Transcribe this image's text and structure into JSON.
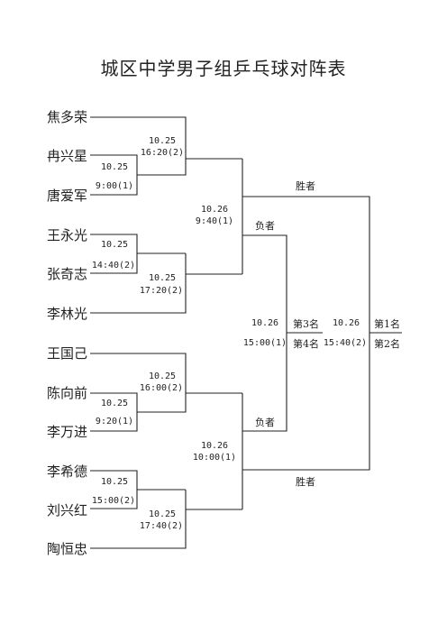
{
  "title": "城区中学男子组乒乓球对阵表",
  "players": [
    "焦多荣",
    "冉兴星",
    "唐爱军",
    "王永光",
    "张奇志",
    "李林光",
    "王国己",
    "陈向前",
    "李万进",
    "李希德",
    "刘兴红",
    "陶恒忠"
  ],
  "matches": {
    "r1a": {
      "date": "10.25",
      "time": "9:00(1)"
    },
    "r2a": {
      "date": "10.25",
      "time": "16:20(2)"
    },
    "r1b": {
      "date": "10.25",
      "time": "14:40(2)"
    },
    "r2b": {
      "date": "10.25",
      "time": "17:20(2)"
    },
    "r1c": {
      "date": "10.25",
      "time": "9:20(1)"
    },
    "r2c": {
      "date": "10.25",
      "time": "16:00(2)"
    },
    "r1d": {
      "date": "10.25",
      "time": "15:00(2)"
    },
    "r2d": {
      "date": "10.25",
      "time": "17:40(2)"
    },
    "sf1": {
      "date": "10.26",
      "time": "9:40(1)"
    },
    "sf2": {
      "date": "10.26",
      "time": "10:00(1)"
    },
    "third": {
      "date": "10.26",
      "time": "15:00(1)"
    },
    "final": {
      "date": "10.26",
      "time": "15:40(2)"
    }
  },
  "labels": {
    "winner": "胜者",
    "loser": "负者",
    "third": "第3名",
    "fourth": "第4名",
    "first": "第1名",
    "second": "第2名"
  }
}
